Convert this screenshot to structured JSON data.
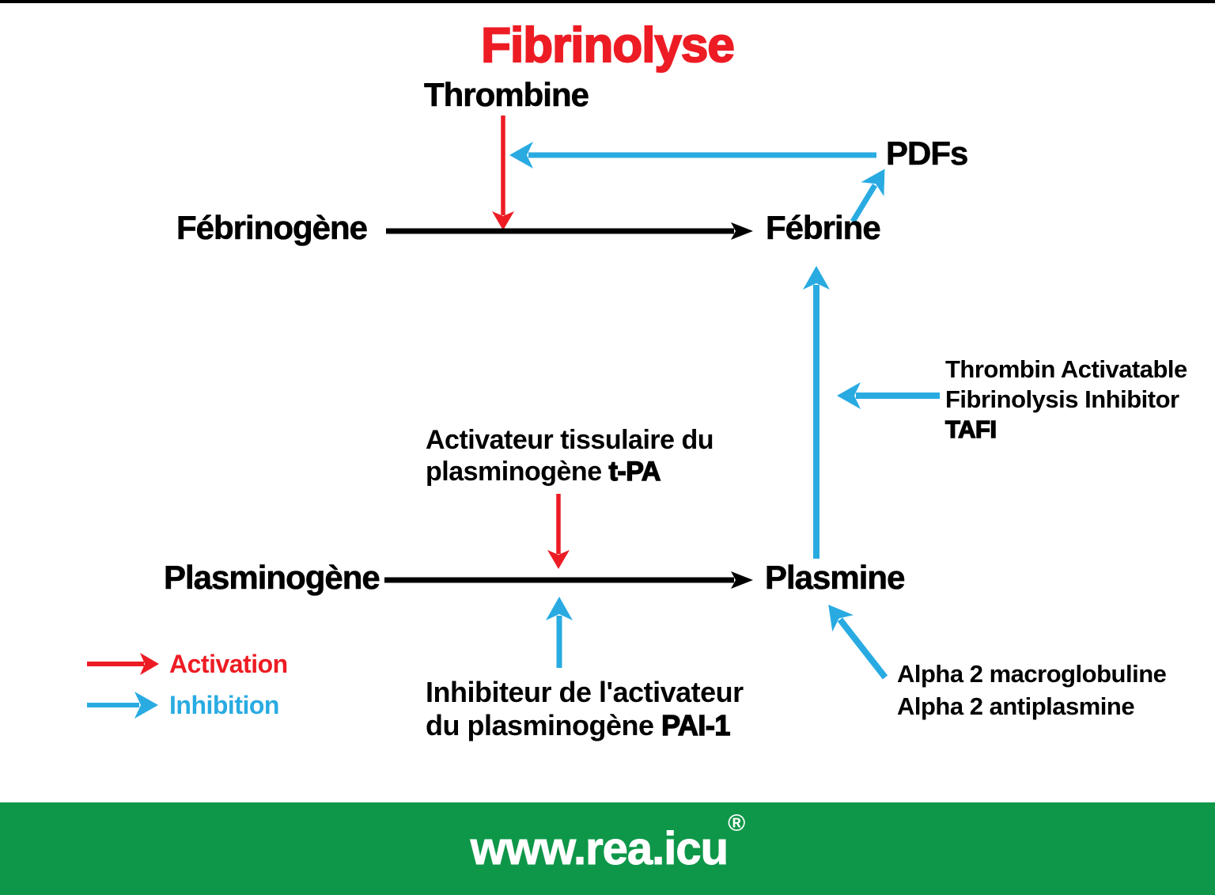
{
  "title": "Fibrinolyse",
  "colors": {
    "activation_red": "#ED1C24",
    "inhibition_blue": "#29ABE2",
    "footer_green": "#0E9749",
    "text_black": "#000000"
  },
  "nodes": {
    "thrombine": "Thrombine",
    "pdfs": "PDFs",
    "febrinogene": "Fébrinogène",
    "febrine": "Fébrine",
    "plasminogene": "Plasminogène",
    "plasmine": "Plasmine"
  },
  "annotations": {
    "tafi": {
      "line1": "Thrombin Activatable",
      "line2": "Fibrinolysis Inhibitor",
      "line3": "TAFI"
    },
    "tpa": {
      "line1": "Activateur tissulaire du",
      "line2_regular": "plasminogène",
      "line2_bold": "t-PA"
    },
    "pai1": {
      "line1": "Inhibiteur de l'activateur",
      "line2_regular": "du plasminogène",
      "line2_bold": "PAI-1"
    },
    "alpha": {
      "line1": "Alpha 2 macroglobuline",
      "line2": "Alpha 2 antiplasmine"
    }
  },
  "legend": {
    "activation": "Activation",
    "inhibition": "Inhibition"
  },
  "footer": {
    "url": "www.rea.icu",
    "registered": "®"
  }
}
